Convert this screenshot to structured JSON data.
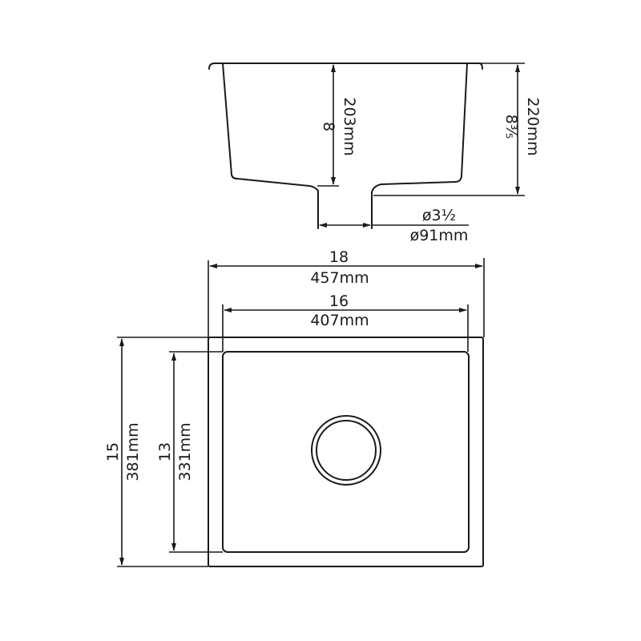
{
  "diagram": {
    "type": "technical-drawing",
    "subject": "undermount sink dimensions",
    "line_color": "#1a1a1a",
    "background": "#ffffff"
  },
  "side_view": {
    "inner_depth": {
      "inch": "8",
      "mm": "203mm"
    },
    "overall_height": {
      "inch": "8⅗",
      "mm": "220mm"
    },
    "drain_diameter": {
      "inch": "ø3½",
      "mm": "ø91mm"
    }
  },
  "plan_view": {
    "overall_width": {
      "inch": "18",
      "mm": "457mm"
    },
    "bowl_width": {
      "inch": "16",
      "mm": "407mm"
    },
    "overall_length": {
      "inch": "15",
      "mm": "381mm"
    },
    "bowl_length": {
      "inch": "13",
      "mm": "331mm"
    },
    "drain_icon": "drain-circle"
  }
}
